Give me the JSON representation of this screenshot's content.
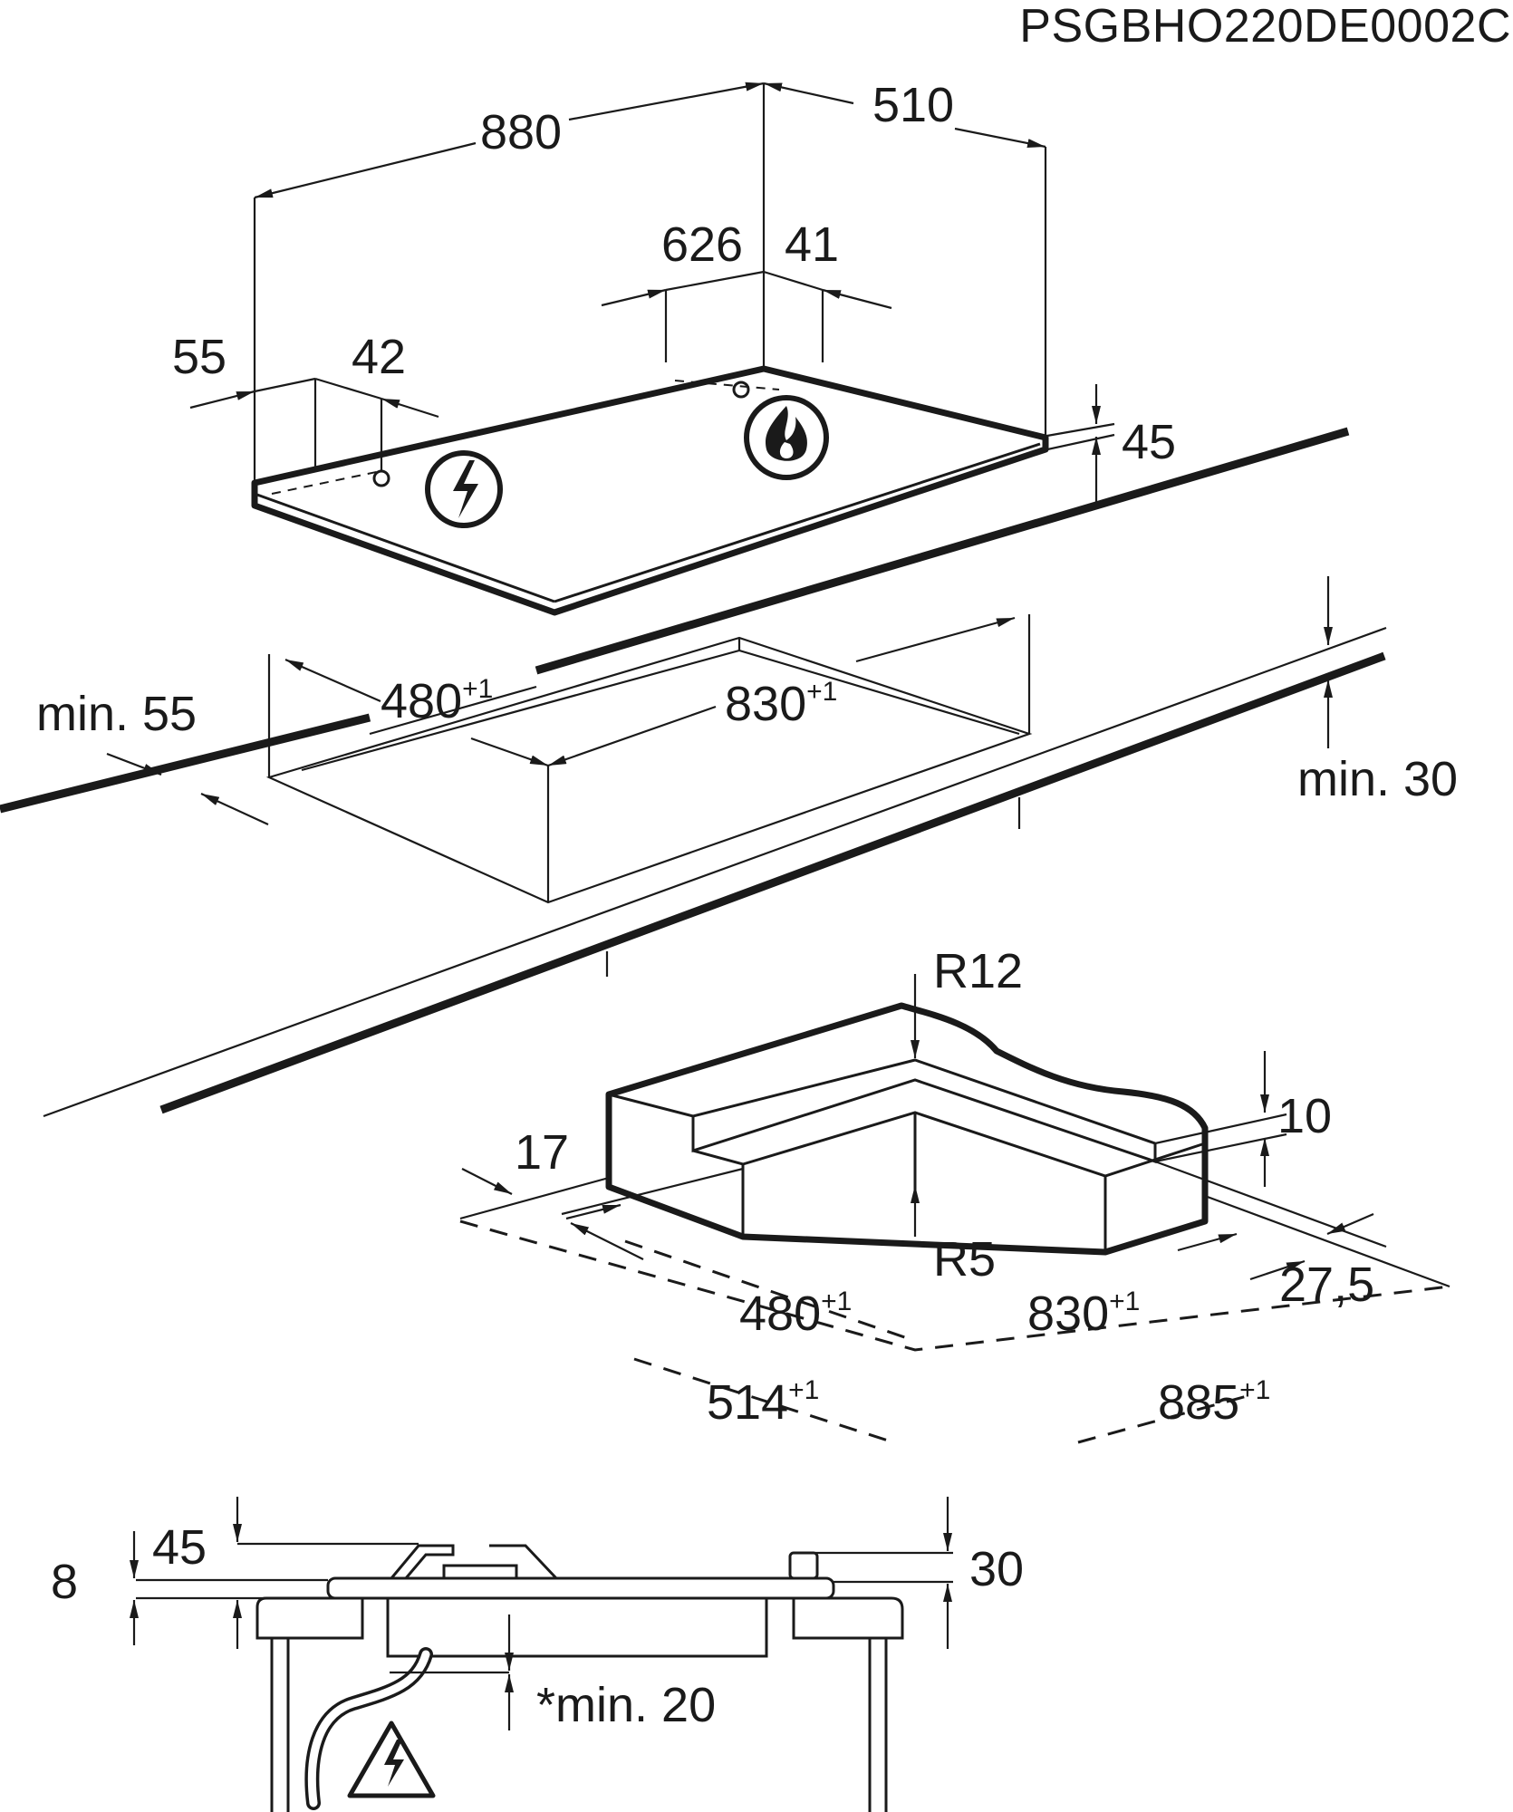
{
  "document_code": "PSGBHO220DE0002C",
  "top_view": {
    "width": "880",
    "depth": "510",
    "gas_inlet_x": "626",
    "gas_inlet_y": "41",
    "electric_inlet_x": "55",
    "electric_inlet_y": "42",
    "height": "45"
  },
  "cutout_view": {
    "depth": "480",
    "depth_tolerance": "+1",
    "width": "830",
    "width_tolerance": "+1",
    "min_wall_distance": "min. 55",
    "min_worktop_thickness": "min. 30"
  },
  "flush_mount_view": {
    "outer_radius": "R12",
    "inner_radius": "R5",
    "rebate_depth": "10",
    "rebate_front": "17",
    "rebate_side": "27,5",
    "inner_depth": "480",
    "inner_depth_tolerance": "+1",
    "inner_width": "830",
    "inner_width_tolerance": "+1",
    "outer_depth": "514",
    "outer_depth_tolerance": "+1",
    "outer_width": "885",
    "outer_width_tolerance": "+1"
  },
  "section_view": {
    "top_height": "45",
    "glass_thickness": "8",
    "knob_height": "30",
    "min_clearance": "*min. 20"
  },
  "icons": {
    "electric_connection": "lightning-bolt-icon",
    "gas_connection": "flame-icon",
    "electric_warning": "electric-warning-triangle-icon"
  }
}
